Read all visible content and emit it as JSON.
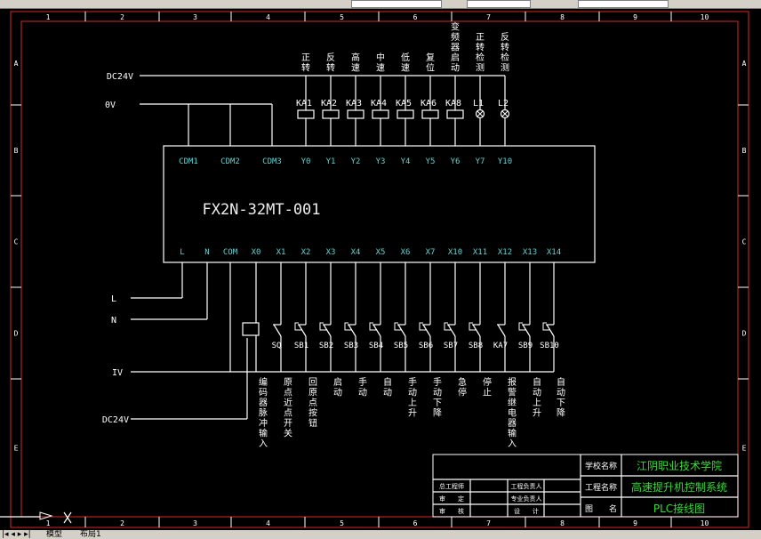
{
  "app": {
    "tabs": [
      {
        "label": "模型"
      },
      {
        "label": "布局1"
      }
    ]
  },
  "frame": {
    "columns": [
      "1",
      "2",
      "3",
      "4",
      "5",
      "6",
      "7",
      "8",
      "9",
      "10"
    ],
    "rows": [
      "A",
      "B",
      "C",
      "D",
      "E"
    ]
  },
  "rails": {
    "top_supply": "DC24V",
    "top_common": "0V",
    "power_l": "L",
    "power_n": "N",
    "bottom_common": "IV",
    "bottom_supply": "DC24V"
  },
  "plc": {
    "model": "FX2N-32MT-001",
    "top_terminals": [
      "CDM1",
      "CDM2",
      "CDM3",
      "Y0",
      "Y1",
      "Y2",
      "Y3",
      "Y4",
      "Y5",
      "Y6",
      "Y7",
      "Y10"
    ],
    "bottom_terminals": [
      "L",
      "N",
      "COM",
      "X0",
      "X1",
      "X2",
      "X3",
      "X4",
      "X5",
      "X6",
      "X7",
      "X10",
      "X11",
      "X12",
      "X13",
      "X14"
    ]
  },
  "outputs": [
    {
      "device": "KA1",
      "type": "coil",
      "function": "正转"
    },
    {
      "device": "KA2",
      "type": "coil",
      "function": "反转"
    },
    {
      "device": "KA3",
      "type": "coil",
      "function": "高速"
    },
    {
      "device": "KA4",
      "type": "coil",
      "function": "中速"
    },
    {
      "device": "KA5",
      "type": "coil",
      "function": "低速"
    },
    {
      "device": "KA6",
      "type": "coil",
      "function": "复位"
    },
    {
      "device": "KA8",
      "type": "coil",
      "function": "变频器启动"
    },
    {
      "device": "L1",
      "type": "lamp",
      "function": "正转检测"
    },
    {
      "device": "L2",
      "type": "lamp",
      "function": "反转检测"
    }
  ],
  "inputs": [
    {
      "device": "",
      "type": "encoder",
      "function": "编码器脉冲输入"
    },
    {
      "device": "SQ",
      "type": "limit",
      "function": "原点近点开关"
    },
    {
      "device": "SB1",
      "type": "button",
      "function": "回原点按钮"
    },
    {
      "device": "SB2",
      "type": "button",
      "function": "启动"
    },
    {
      "device": "SB3",
      "type": "button",
      "function": "手动"
    },
    {
      "device": "SB4",
      "type": "button",
      "function": "自动"
    },
    {
      "device": "SB5",
      "type": "button",
      "function": "手动上升"
    },
    {
      "device": "SB6",
      "type": "button",
      "function": "手动下降"
    },
    {
      "device": "SB7",
      "type": "estop",
      "function": "急停"
    },
    {
      "device": "SB8",
      "type": "button",
      "function": "停止"
    },
    {
      "device": "KA7",
      "type": "contact",
      "function": "报警继电器输入"
    },
    {
      "device": "SB9",
      "type": "button",
      "function": "自动上升"
    },
    {
      "device": "SB10",
      "type": "button",
      "function": "自动下降"
    }
  ],
  "title_block": {
    "left_rows": [
      [
        "总工程师",
        "",
        "工程负责人",
        ""
      ],
      [
        "审　　定",
        "",
        "专业负责人",
        ""
      ],
      [
        "审　　核",
        "",
        "设　　计",
        ""
      ]
    ],
    "school_label": "学校名称",
    "school_value": "江阴职业技术学院",
    "project_label": "工程名称",
    "project_value": "高速提升机控制系统",
    "drawing_label": "图　　名",
    "drawing_value": "PLC接线图"
  },
  "colors": {
    "frame": "#b22222",
    "wire": "#ffffff",
    "terminal_text": "#5fd3d3",
    "title_value": "#33dd33"
  }
}
